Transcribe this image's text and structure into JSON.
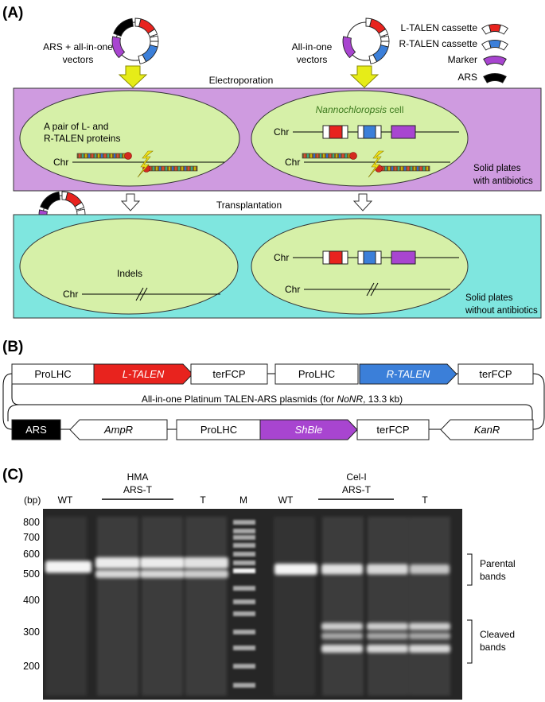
{
  "panel_a": {
    "letter": "(A)",
    "vector_left_label": [
      "ARS + all-in-one",
      "vectors"
    ],
    "vector_right_label": [
      "All-in-one",
      "vectors"
    ],
    "legend": [
      {
        "label": "L-TALEN cassette",
        "color": "#e8231e"
      },
      {
        "label": "R-TALEN cassette",
        "color": "#3b7fd9"
      },
      {
        "label": "Marker",
        "color": "#a845d0"
      },
      {
        "label": "ARS",
        "color": "#000000"
      }
    ],
    "electroporation_label": "Electroporation",
    "transplantation_label": "Transplantation",
    "cell_label_italic": "Nannochloropsis",
    "cell_label_rest": " cell",
    "talen_proteins_label": [
      "A pair of L- and",
      "R-TALEN proteins"
    ],
    "chr_label": "Chr",
    "indels_label": "Indels",
    "plate_top_label": [
      "Solid plates",
      "with antibiotics"
    ],
    "plate_bottom_label": [
      "Solid plates",
      "without antibiotics"
    ],
    "colors": {
      "plate_top": "#cf9be0",
      "plate_bottom": "#7fe6df",
      "cell": "#d6f0a8",
      "arrow_yellow": "#e6ec18"
    }
  },
  "panel_b": {
    "letter": "(B)",
    "row1": [
      "ProLHC",
      "L-TALEN",
      "terFCP",
      "ProLHC",
      "R-TALEN",
      "terFCP"
    ],
    "row2": [
      "ARS",
      "AmpR",
      "ProLHC",
      "ShBle",
      "terFCP",
      "KanR"
    ],
    "caption_pre": "All-in-one Platinum TALEN-ARS plasmids (for ",
    "caption_ital": "NoNR",
    "caption_post": ", 13.3 kb)"
  },
  "panel_c": {
    "letter": "(C)",
    "bp_unit": "(bp)",
    "ladder_labels": [
      "800",
      "700",
      "600",
      "500",
      "400",
      "300",
      "200"
    ],
    "lane_labels": [
      "WT",
      "T",
      "M",
      "WT",
      "T"
    ],
    "group_hma": [
      "HMA",
      "ARS-T"
    ],
    "group_cel": [
      "Cel-I",
      "ARS-T"
    ],
    "parental_label": [
      "Parental",
      "bands"
    ],
    "cleaved_label": [
      "Cleaved",
      "bands"
    ]
  }
}
